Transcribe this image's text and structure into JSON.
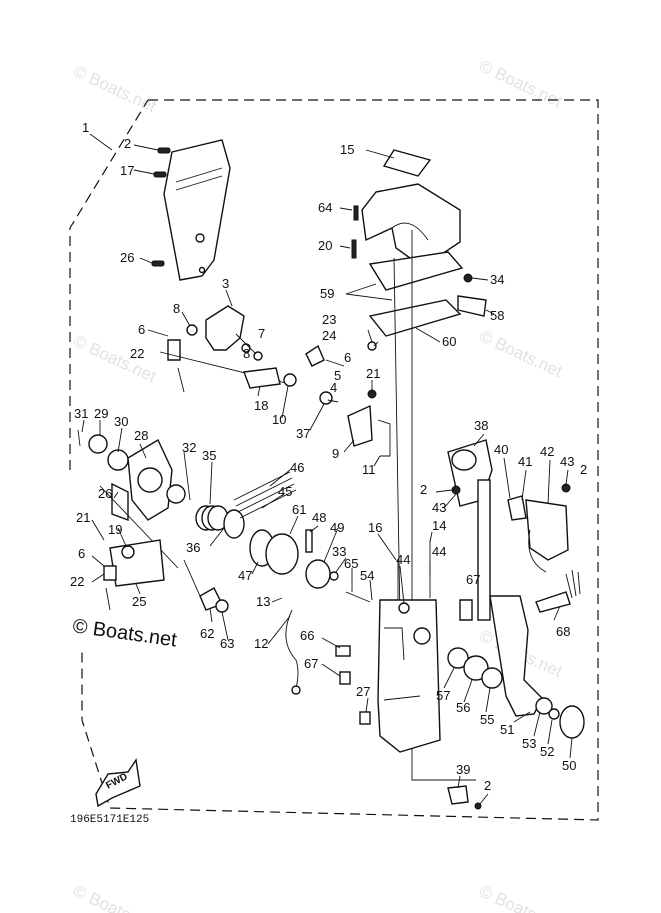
{
  "watermark": "© Boats.net",
  "logo_text": "© Boats.net",
  "diagram_code": "196E5171E125",
  "fwd_label": "FWD",
  "callouts": {
    "c1": "1",
    "c2a": "2",
    "c17": "17",
    "c26a": "26",
    "c3": "3",
    "c8a": "8",
    "c6a": "6",
    "c22a": "22",
    "c7": "7",
    "c8b": "8",
    "c18": "18",
    "c10": "10",
    "c4": "4",
    "c5": "5",
    "c6b": "6",
    "c24": "24",
    "c23": "23",
    "c21a": "21",
    "c37": "37",
    "c9": "9",
    "c11": "11",
    "c15": "15",
    "c64": "64",
    "c20": "20",
    "c34": "34",
    "c59": "59",
    "c58": "58",
    "c60": "60",
    "c31": "31",
    "c29": "29",
    "c30": "30",
    "c28": "28",
    "c32": "32",
    "c35": "35",
    "c46": "46",
    "c45": "45",
    "c26b": "26",
    "c36": "36",
    "c61": "61",
    "c48": "48",
    "c49": "49",
    "c21b": "21",
    "c19": "19",
    "c6c": "6",
    "c22b": "22",
    "c25": "25",
    "c47": "47",
    "c33": "33",
    "c65": "65",
    "c54": "54",
    "c62": "62",
    "c63": "63",
    "c13": "13",
    "c12": "12",
    "c16": "16",
    "c44a": "44",
    "c14": "14",
    "c44b": "44",
    "c66": "66",
    "c67a": "67",
    "c67b": "67",
    "c27": "27",
    "c38": "38",
    "c40": "40",
    "c41": "41",
    "c42": "42",
    "c43a": "43",
    "c2b": "2",
    "c2c": "2",
    "c43b": "43",
    "c68": "68",
    "c57": "57",
    "c56": "56",
    "c55": "55",
    "c51": "51",
    "c53": "53",
    "c52": "52",
    "c50": "50",
    "c39": "39",
    "c2d": "2"
  }
}
